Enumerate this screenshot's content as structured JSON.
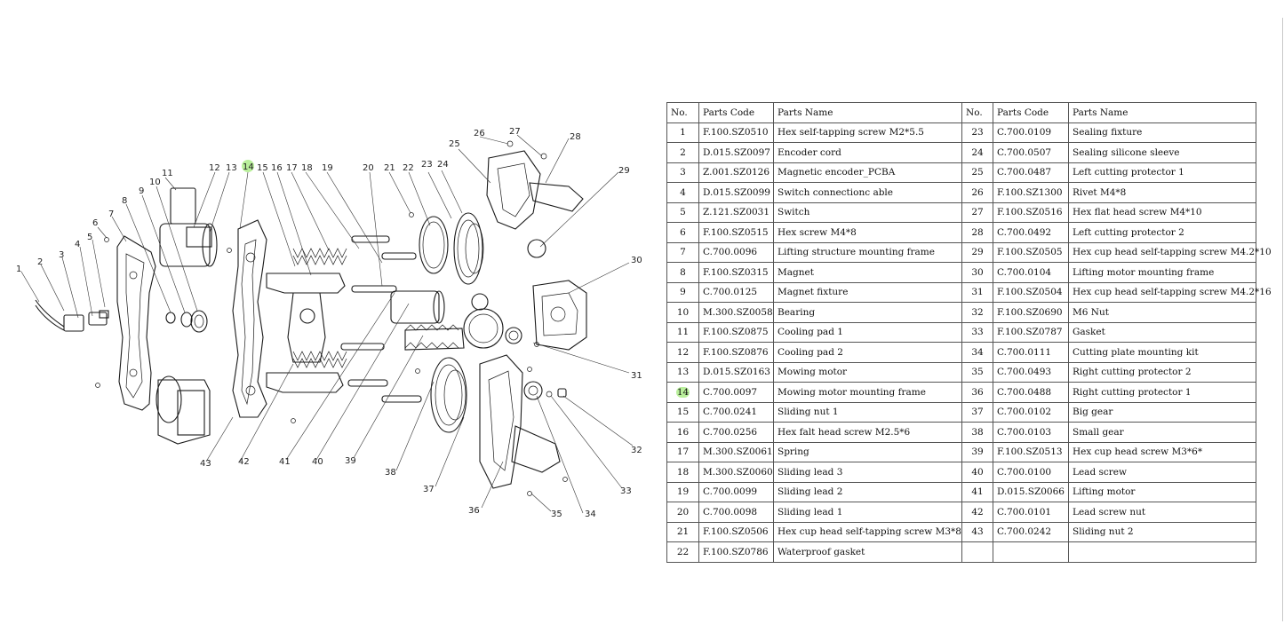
{
  "table": {
    "headers": [
      "No.",
      "Parts Code",
      "Parts Name",
      "No.",
      "Parts Code",
      "Parts Name"
    ],
    "highlight_number": "14",
    "rows": [
      {
        "no": "1",
        "code": "F.100.SZ0510",
        "name": "Hex self-tapping screw M2*5.5",
        "no2": "23",
        "code2": "C.700.0109",
        "name2": "Sealing fixture"
      },
      {
        "no": "2",
        "code": "D.015.SZ0097",
        "name": "Encoder cord",
        "no2": "24",
        "code2": "C.700.0507",
        "name2": "Sealing silicone sleeve"
      },
      {
        "no": "3",
        "code": "Z.001.SZ0126",
        "name": "Magnetic encoder_PCBA",
        "no2": "25",
        "code2": "C.700.0487",
        "name2": "Left cutting protector 1"
      },
      {
        "no": "4",
        "code": "D.015.SZ0099",
        "name": "Switch connectionc able",
        "no2": "26",
        "code2": "F.100.SZ1300",
        "name2": "Rivet M4*8"
      },
      {
        "no": "5",
        "code": "Z.121.SZ0031",
        "name": "Switch",
        "no2": "27",
        "code2": "F.100.SZ0516",
        "name2": "Hex flat head screw M4*10"
      },
      {
        "no": "6",
        "code": "F.100.SZ0515",
        "name": "Hex screw M4*8",
        "no2": "28",
        "code2": "C.700.0492",
        "name2": "Left cutting protector 2"
      },
      {
        "no": "7",
        "code": "C.700.0096",
        "name": "Lifting structure mounting frame",
        "no2": "29",
        "code2": "F.100.SZ0505",
        "name2": "Hex cup head self-tapping screw M4.2*10"
      },
      {
        "no": "8",
        "code": "F.100.SZ0315",
        "name": "Magnet",
        "no2": "30",
        "code2": "C.700.0104",
        "name2": "Lifting motor mounting frame"
      },
      {
        "no": "9",
        "code": "C.700.0125",
        "name": "Magnet fixture",
        "no2": "31",
        "code2": "F.100.SZ0504",
        "name2": "Hex cup head self-tapping screw M4.2*16"
      },
      {
        "no": "10",
        "code": "M.300.SZ0058",
        "name": "Bearing",
        "no2": "32",
        "code2": "F.100.SZ0690",
        "name2": "M6 Nut"
      },
      {
        "no": "11",
        "code": "F.100.SZ0875",
        "name": "Cooling pad 1",
        "no2": "33",
        "code2": "F.100.SZ0787",
        "name2": "Gasket"
      },
      {
        "no": "12",
        "code": "F.100.SZ0876",
        "name": "Cooling pad 2",
        "no2": "34",
        "code2": "C.700.0111",
        "name2": "Cutting plate mounting kit"
      },
      {
        "no": "13",
        "code": "D.015.SZ0163",
        "name": "Mowing motor",
        "no2": "35",
        "code2": "C.700.0493",
        "name2": "Right cutting protector 2"
      },
      {
        "no": "14",
        "code": "C.700.0097",
        "name": "Mowing motor mounting frame",
        "no2": "36",
        "code2": "C.700.0488",
        "name2": "Right cutting protector 1"
      },
      {
        "no": "15",
        "code": "C.700.0241",
        "name": "Sliding nut 1",
        "no2": "37",
        "code2": "C.700.0102",
        "name2": "Big gear"
      },
      {
        "no": "16",
        "code": "C.700.0256",
        "name": "Hex falt head screw M2.5*6",
        "no2": "38",
        "code2": "C.700.0103",
        "name2": "Small gear"
      },
      {
        "no": "17",
        "code": "M.300.SZ0061",
        "name": "Spring",
        "no2": "39",
        "code2": "F.100.SZ0513",
        "name2": "Hex cup head screw M3*6*"
      },
      {
        "no": "18",
        "code": "M.300.SZ0060",
        "name": "Sliding lead 3",
        "no2": "40",
        "code2": "C.700.0100",
        "name2": "Lead screw"
      },
      {
        "no": "19",
        "code": "C.700.0099",
        "name": "Sliding lead 2",
        "no2": "41",
        "code2": "D.015.SZ0066",
        "name2": "Lifting motor"
      },
      {
        "no": "20",
        "code": "C.700.0098",
        "name": "Sliding lead 1",
        "no2": "42",
        "code2": "C.700.0101",
        "name2": "Lead screw nut"
      },
      {
        "no": "21",
        "code": "F.100.SZ0506",
        "name": "Hex cup head self-tapping screw M3*8",
        "no2": "43",
        "code2": "C.700.0242",
        "name2": "Sliding nut 2"
      },
      {
        "no": "22",
        "code": "F.100.SZ0786",
        "name": "Waterproof gasket",
        "no2": "",
        "code2": "",
        "name2": ""
      }
    ]
  },
  "diagram": {
    "labels": [
      "1",
      "2",
      "3",
      "4",
      "5",
      "6",
      "7",
      "8",
      "9",
      "10",
      "11",
      "12",
      "13",
      "14",
      "15",
      "16",
      "17",
      "18",
      "19",
      "20",
      "21",
      "22",
      "23",
      "24",
      "25",
      "26",
      "27",
      "28",
      "29",
      "30",
      "31",
      "32",
      "33",
      "34",
      "35",
      "36",
      "37",
      "38",
      "39",
      "40",
      "41",
      "42",
      "43"
    ],
    "highlight_color": "#b9ef9b"
  }
}
